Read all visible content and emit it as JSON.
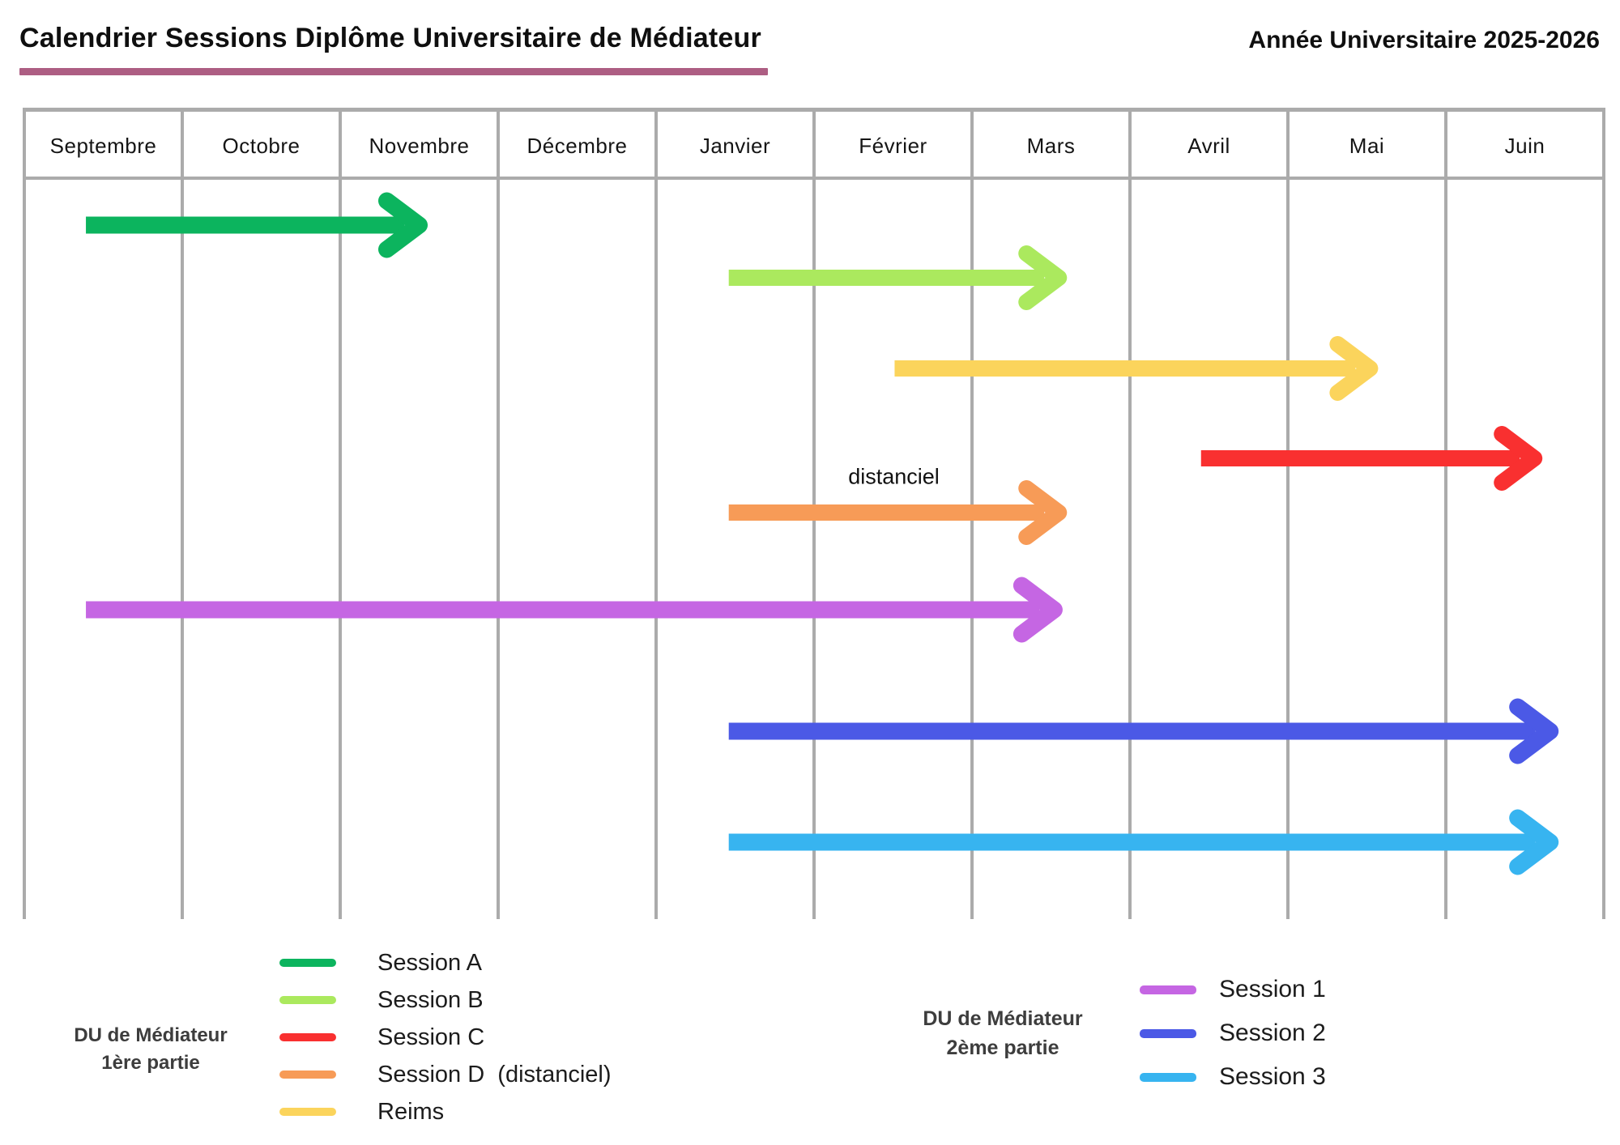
{
  "page": {
    "title": "Calendrier Sessions Diplôme Universitaire de Médiateur",
    "year_label": "Année Universitaire 2025-2026"
  },
  "colors": {
    "title_underline": "#ad5e83",
    "grid_line": "#ababab"
  },
  "chart_data": {
    "type": "gantt",
    "title": "Calendrier Sessions Diplôme Universitaire de Médiateur",
    "period": "Année Universitaire 2025-2026",
    "months": [
      "Septembre",
      "Octobre",
      "Novembre",
      "Décembre",
      "Janvier",
      "Février",
      "Mars",
      "Avril",
      "Mai",
      "Juin"
    ],
    "axis_note": "start_frac/end_frac are measured in month-columns from the left edge (0 = start Septembre, 10 = end Juin)",
    "series": [
      {
        "name": "Session A",
        "group": "DU de Médiateur 1ère partie",
        "color": "#0cb45e",
        "start_month": "Septembre",
        "end_month": "Novembre",
        "start_frac": 0.39,
        "end_frac": 2.5,
        "y": 278,
        "thickness": 21,
        "annotation": null
      },
      {
        "name": "Session B",
        "group": "DU de Médiateur 1ère partie",
        "color": "#abe95e",
        "start_month": "Janvier",
        "end_month": "Mars",
        "start_frac": 4.46,
        "end_frac": 6.55,
        "y": 343,
        "thickness": 20,
        "annotation": null
      },
      {
        "name": "Reims",
        "group": "DU de Médiateur 1ère partie",
        "color": "#fbd45c",
        "start_month": "Février",
        "end_month": "Mai",
        "start_frac": 5.51,
        "end_frac": 8.52,
        "y": 455,
        "thickness": 20,
        "annotation": null
      },
      {
        "name": "Session C",
        "group": "DU de Médiateur 1ère partie",
        "color": "#f93030",
        "start_month": "Avril",
        "end_month": "Juin",
        "start_frac": 7.45,
        "end_frac": 9.56,
        "y": 566,
        "thickness": 20,
        "annotation": null
      },
      {
        "name": "Session D",
        "group": "DU de Médiateur 1ère partie",
        "color": "#f79b57",
        "start_month": "Janvier",
        "end_month": "Mars",
        "start_frac": 4.46,
        "end_frac": 6.55,
        "y": 633,
        "thickness": 20,
        "annotation": "distanciel"
      },
      {
        "name": "Session 1",
        "group": "DU de Médiateur 2ème partie",
        "color": "#c566e3",
        "start_month": "Septembre",
        "end_month": "Mars",
        "start_frac": 0.39,
        "end_frac": 6.52,
        "y": 753,
        "thickness": 21,
        "annotation": null
      },
      {
        "name": "Session 2",
        "group": "DU de Médiateur 2ème partie",
        "color": "#4b59e6",
        "start_month": "Janvier",
        "end_month": "Juin",
        "start_frac": 4.46,
        "end_frac": 9.66,
        "y": 903,
        "thickness": 21,
        "annotation": null
      },
      {
        "name": "Session 3",
        "group": "DU de Médiateur 2ème partie",
        "color": "#37b4f0",
        "start_month": "Janvier",
        "end_month": "Juin",
        "start_frac": 4.46,
        "end_frac": 9.66,
        "y": 1040,
        "thickness": 21,
        "annotation": null
      }
    ]
  },
  "legends": [
    {
      "title_line1": "DU de Médiateur",
      "title_line2": "1ère partie",
      "items": [
        {
          "label": "Session A",
          "color": "#0cb45e"
        },
        {
          "label": "Session B",
          "color": "#abe95e"
        },
        {
          "label": "Session C",
          "color": "#f93030"
        },
        {
          "label": "Session D  (distanciel)",
          "color": "#f79b57"
        },
        {
          "label": "Reims",
          "color": "#fbd45c"
        }
      ]
    },
    {
      "title_line1": "DU de Médiateur",
      "title_line2": "2ème partie",
      "items": [
        {
          "label": "Session 1",
          "color": "#c566e3"
        },
        {
          "label": "Session 2",
          "color": "#4b59e6"
        },
        {
          "label": "Session 3",
          "color": "#37b4f0"
        }
      ]
    }
  ]
}
